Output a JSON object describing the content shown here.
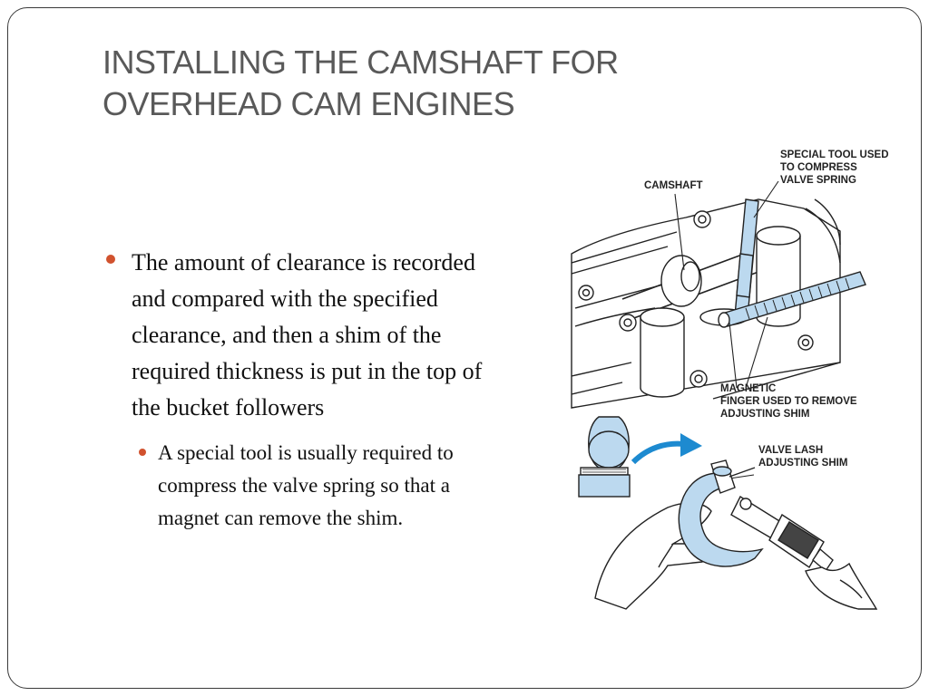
{
  "slide": {
    "title_line1": "INSTALLING THE CAMSHAFT FOR",
    "title_line2": "OVERHEAD CAM ENGINES",
    "bullet_1": "The amount of clearance is recorded and compared with the specified clearance, and then a shim of the required thickness is put in the top of the bucket followers",
    "sub_bullet_1": "A special tool is usually required to compress the valve spring so that a magnet can remove the shim."
  },
  "figure": {
    "label_tool_1": "SPECIAL TOOL USED",
    "label_tool_2": "TO COMPRESS",
    "label_tool_3": "VALVE SPRING",
    "label_camshaft": "CAMSHAFT",
    "label_magnet_1": "MAGNETIC",
    "label_magnet_2": "FINGER USED TO REMOVE",
    "label_magnet_3": "ADJUSTING SHIM",
    "label_shim_1": "VALVE LASH",
    "label_shim_2": "ADJUSTING SHIM"
  },
  "colors": {
    "bullet": "#d1522e",
    "title": "#595959",
    "highlight_blue": "#bcd9ef"
  }
}
